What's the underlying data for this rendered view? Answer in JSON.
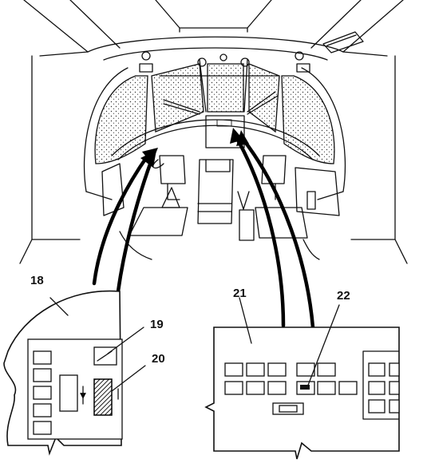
{
  "callouts": {
    "c18": "18",
    "c19": "19",
    "c20": "20",
    "c21": "21",
    "c22": "22"
  }
}
